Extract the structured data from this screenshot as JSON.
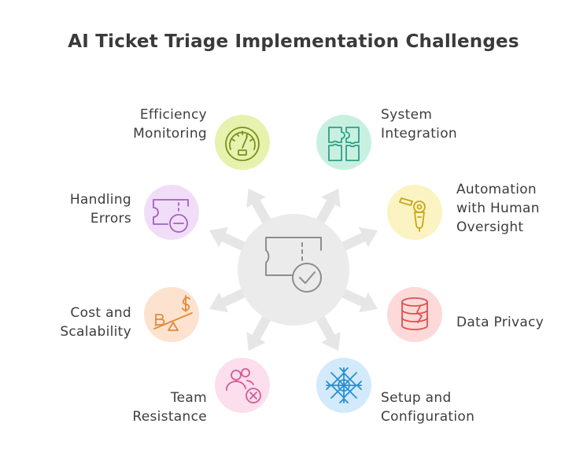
{
  "title": "AI Ticket Triage Implementation Challenges",
  "center": {
    "icon": "ticket-check-icon"
  },
  "challenges": [
    {
      "label": "Efficiency\nMonitoring",
      "icon": "gauge-icon",
      "color": "#e6f2ad"
    },
    {
      "label": "System\nIntegration",
      "icon": "puzzle-icon",
      "color": "#c8f0e1"
    },
    {
      "label": "Handling\nErrors",
      "icon": "ticket-minus-icon",
      "color": "#f0def8"
    },
    {
      "label": "Automation\nwith Human\nOversight",
      "icon": "robot-arm-icon",
      "color": "#fbf3c2"
    },
    {
      "label": "Cost and\nScalability",
      "icon": "seesaw-currency-icon",
      "color": "#fde3cf"
    },
    {
      "label": "Data Privacy",
      "icon": "database-crack-icon",
      "color": "#fdd9d9"
    },
    {
      "label": "Team\nResistance",
      "icon": "users-x-icon",
      "color": "#fcdeed"
    },
    {
      "label": "Setup and\nConfiguration",
      "icon": "snowflake-gear-icon",
      "color": "#d2eafb"
    }
  ]
}
